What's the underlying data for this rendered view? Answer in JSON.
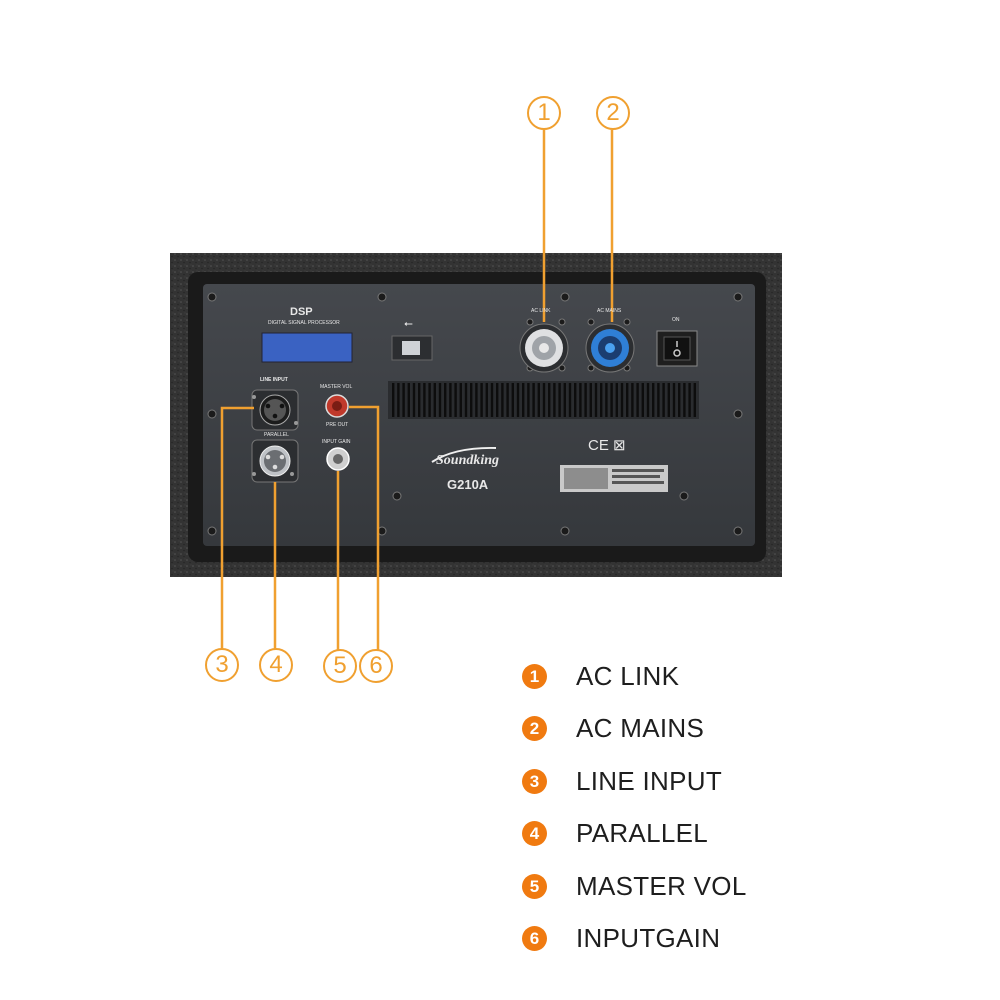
{
  "panel": {
    "display_title": "DSP",
    "display_subtitle": "DIGITAL SIGNAL PROCESSOR",
    "usb_symbol": "⭠",
    "ac_link_label": "AC LINK",
    "ac_mains_label": "AC MAINS",
    "power_label": "ON",
    "line_input_label": "LINE INPUT",
    "parallel_label": "PARALLEL",
    "master_vol_label": "MASTER VOL",
    "pre_out_label": "PRE OUT",
    "input_gain_label": "INPUT GAIN",
    "brand": "Soundking",
    "model": "G210A",
    "certifications": "CE ⊠"
  },
  "callouts": [
    "1",
    "2",
    "3",
    "4",
    "5",
    "6"
  ],
  "legend": [
    {
      "num": "1",
      "label": "AC LINK"
    },
    {
      "num": "2",
      "label": "AC MAINS"
    },
    {
      "num": "3",
      "label": "LINE INPUT"
    },
    {
      "num": "4",
      "label": "PARALLEL"
    },
    {
      "num": "5",
      "label": "MASTER VOL"
    },
    {
      "num": "6",
      "label": "INPUTGAIN"
    }
  ],
  "colors": {
    "accent": "#f0a030",
    "legend_badge": "#f07a10",
    "panel": "#3a3d42",
    "frame": "#2a2a2a"
  }
}
